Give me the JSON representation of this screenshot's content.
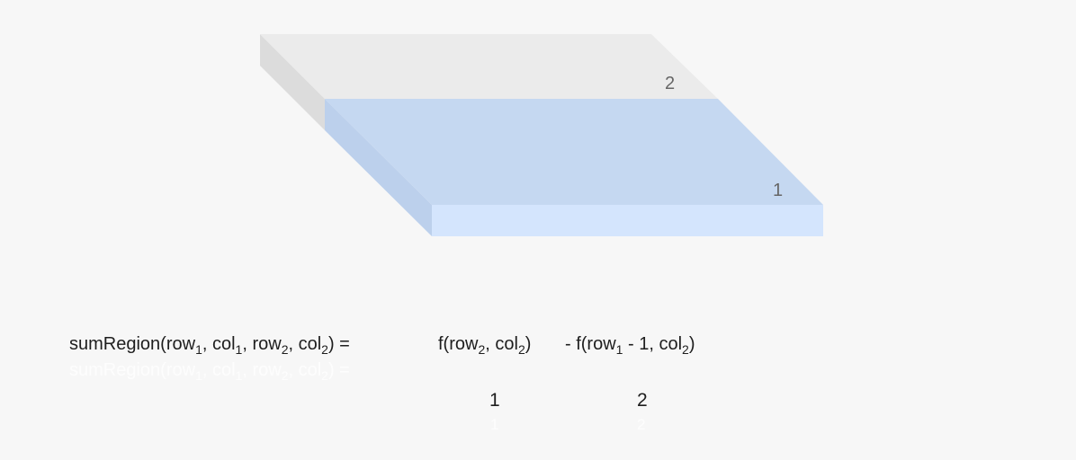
{
  "diagram": {
    "label_top_slab": "2",
    "label_bottom_slab": "1",
    "colors": {
      "background": "#f7f7f7",
      "grey_top": "#ebebeb",
      "grey_side": "#dcdcdc",
      "blue_top": "#c5d8f1",
      "blue_front": "#d4e5fd",
      "blue_side": "#bcd0ec"
    }
  },
  "formula": {
    "func_name": "sumRegion(row",
    "sub_1a": "1",
    "part_b": ", col",
    "sub_1b": "1",
    "part_c": ", row",
    "sub_2a": "2",
    "part_d": ", col",
    "sub_2b": "2",
    "part_e": ") =",
    "term1_open": "f(row",
    "term1_sub_a": "2",
    "term1_mid": ", col",
    "term1_sub_b": "2",
    "term1_close": ")",
    "term2_open": "- f(row",
    "term2_sub_a": "1",
    "term2_mid": " - 1, col",
    "term2_sub_b": "2",
    "term2_close": ")"
  },
  "term_labels": {
    "term1": "1",
    "term2": "2"
  }
}
